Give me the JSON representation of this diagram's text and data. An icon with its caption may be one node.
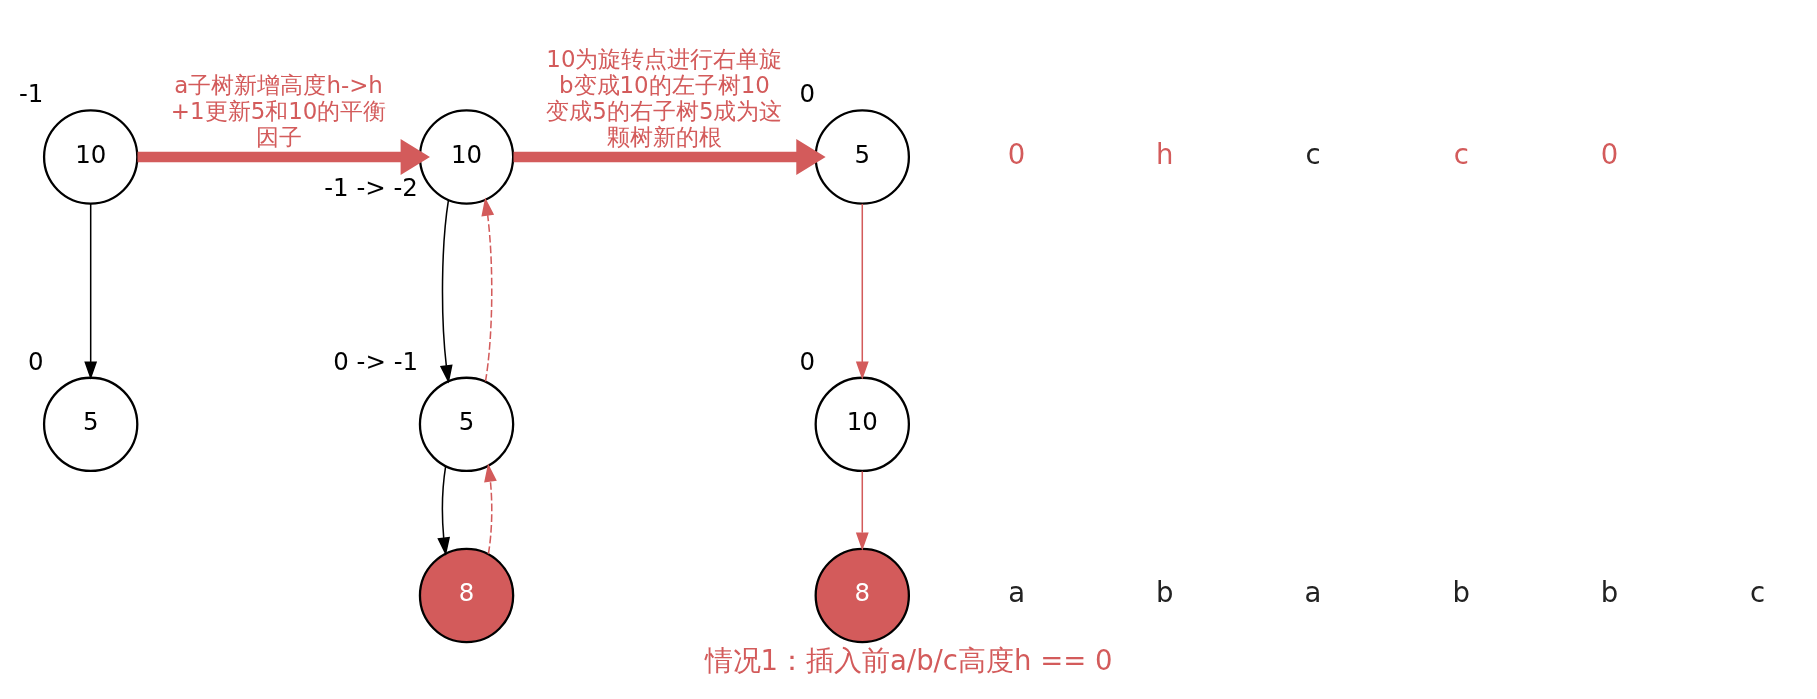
{
  "diagram": {
    "title": "情况1：插入前a/b/c高度h == 0",
    "nodes": [
      {
        "text": [
          "10"
        ],
        "beside": [
          "-1"
        ]
      },
      {
        "text": [
          "5"
        ],
        "beside": [
          "0"
        ]
      },
      {
        "text": [
          "10"
        ],
        "beside": [
          "-1 -> -2"
        ]
      },
      {
        "text": [
          "5"
        ],
        "beside": [
          "0 -> -1"
        ]
      },
      {
        "text": [
          "8"
        ]
      },
      {
        "text": [
          "5"
        ],
        "beside": [
          "0"
        ]
      },
      {
        "text": [
          "10"
        ],
        "beside": [
          "0"
        ]
      },
      {
        "text": [
          "8"
        ]
      }
    ],
    "edges": [
      {
        "from": 0,
        "to": 1,
        "arrow": "to",
        "color": "#000000"
      },
      {
        "from": 2,
        "to": 3,
        "arrow": "to",
        "color": "#000000"
      },
      {
        "from": 3,
        "to": 4,
        "arrow": "to",
        "color": "#000000"
      },
      {
        "from": 4,
        "to": 3,
        "arrow": "to",
        "style": "dashed",
        "color": "#d35b5b"
      },
      {
        "from": 3,
        "to": 2,
        "arrow": "to",
        "style": "dashed",
        "color": "#d35b5b"
      },
      {
        "from": 5,
        "to": 6,
        "arrow": "to",
        "color": "#d35b5b"
      },
      {
        "from": 6,
        "to": 7,
        "arrow": "to",
        "color": "#d35b5b"
      },
      {
        "from": 0,
        "to": 2,
        "arrow": "to",
        "style": "thick",
        "color": "#d35b5b",
        "label": "a子树新增高度h->h+1更新5和10的平衡因子"
      },
      {
        "from": 2,
        "to": 5,
        "arrow": "to",
        "style": "thick",
        "color": "#d35b5b",
        "label": "10为旋转点进行右单旋b变成10的左子树10变成5的右子树5成为这颗树新的根"
      }
    ],
    "labels": [
      "0",
      "h",
      "c",
      "c",
      "0",
      "a",
      "b",
      "a",
      "b",
      "b",
      "c"
    ]
  }
}
